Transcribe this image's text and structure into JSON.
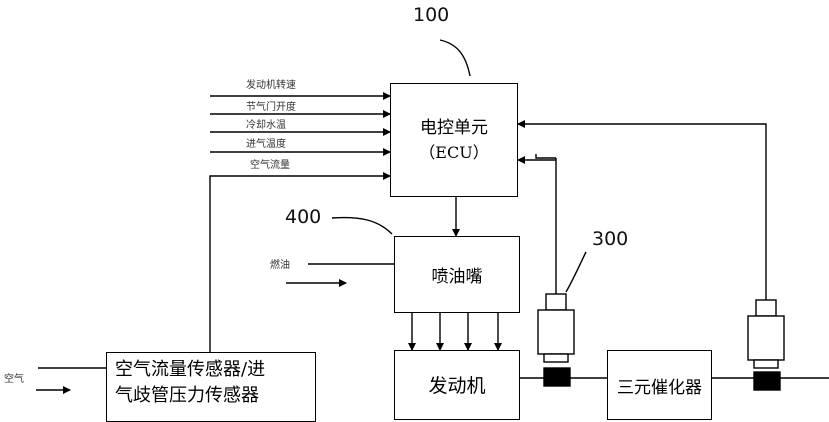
{
  "labels": {
    "ref_100": "100",
    "ref_400": "400",
    "ref_300": "300",
    "ecu_line1": "电控单元",
    "ecu_line2": "（ECU）",
    "injector": "喷油嘴",
    "engine": "发动机",
    "catalyst": "三元催化器",
    "afs_line1": "空气流量传感器/进",
    "afs_line2": "气歧管压力传感器",
    "in_engine_speed": "发动机转速",
    "in_throttle": "节气门开度",
    "in_coolant": "冷却水温",
    "in_intake_temp": "进气温度",
    "in_air_flow": "空气流量",
    "fuel": "燃油",
    "air": "空气"
  }
}
